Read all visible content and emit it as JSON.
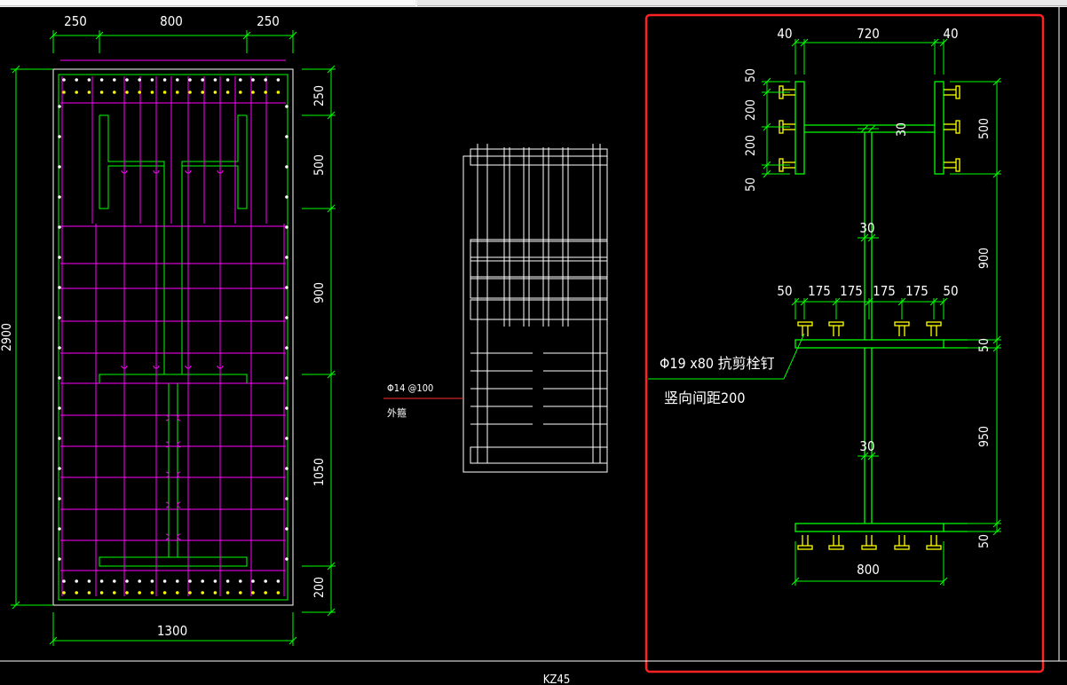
{
  "drawing_title": "KZ45",
  "left_view": {
    "top_dims": [
      "250",
      "800",
      "250"
    ],
    "overall_height": "2900",
    "bottom_width": "1300",
    "right_dims": [
      "250",
      "500",
      "900",
      "1050",
      "200"
    ]
  },
  "middle_view": {
    "rebar_label": "Φ14 @100",
    "rebar_note": "外箍"
  },
  "right_view": {
    "top_dims": [
      "40",
      "720",
      "40"
    ],
    "left_flange_dims": [
      "50",
      "200",
      "200",
      "50"
    ],
    "right_dims": [
      "500",
      "900",
      "50",
      "950",
      "50"
    ],
    "web_thickness_labels": [
      "30",
      "30",
      "30"
    ],
    "mid_flange_dims": [
      "50",
      "175",
      "175",
      "175",
      "175",
      "50"
    ],
    "bottom_width": "800",
    "stud_label": "Φ19 x80 抗剪栓钉",
    "stud_spacing": "竖向间距200"
  },
  "colors": {
    "background": "#000000",
    "dimension": "#00ff00",
    "rebar": "#ff00ff",
    "stud": "#ffff00",
    "highlight": "#ff2222"
  }
}
